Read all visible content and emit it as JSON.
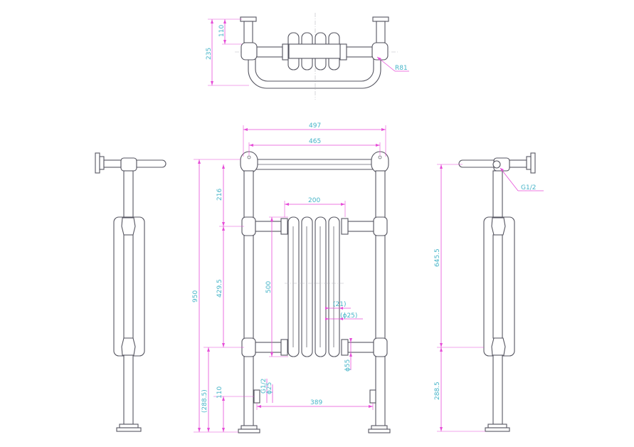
{
  "colors": {
    "outline": "#555560",
    "dimension": "#e64ed8",
    "dimension_text": "#46b4c8",
    "background": "#ffffff"
  },
  "top_view": {
    "height_overall": "235",
    "height_inner": "110",
    "radius": "R81"
  },
  "front_view": {
    "width_overall": "497",
    "width_centres": "465",
    "radiator_width": "200",
    "height_overall": "950",
    "top_section": "216",
    "middle_section": "429.5",
    "bottom_ref": "(288.5)",
    "floor_to_valve": "110",
    "radiator_height": "500",
    "tube_dim": "(21)",
    "tube_dia": "(ϕ25)",
    "header_dia": "ϕ55",
    "inlet_thread": "G1/2",
    "inlet_dia": "ϕ25",
    "valve_centres": "389"
  },
  "side_view": {
    "thread_label": "G1/2",
    "upper_height": "645.5",
    "lower_height": "288.5"
  }
}
